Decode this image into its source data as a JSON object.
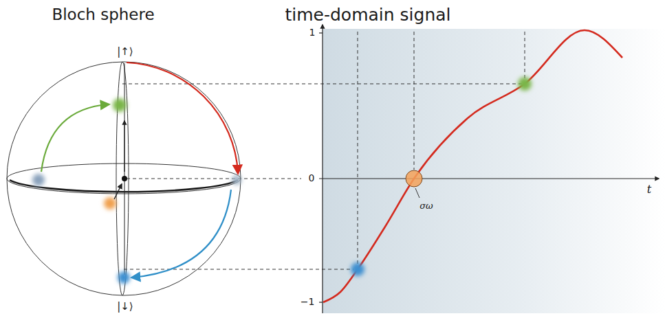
{
  "diagram": {
    "labels": [
      "Bloch sphere",
      "time-domain signal",
      "|↑⟩",
      "|↓⟩",
      "1",
      "0",
      "−1",
      "t",
      "σω"
    ]
  }
}
